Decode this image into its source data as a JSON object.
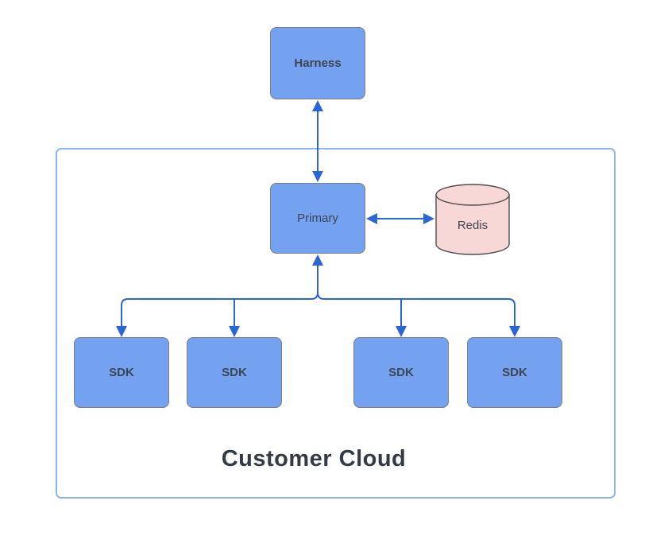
{
  "diagram": {
    "nodes": {
      "harness": {
        "label": "Harness",
        "shape": "rounded-rectangle"
      },
      "primary": {
        "label": "Primary",
        "shape": "rounded-rectangle"
      },
      "redis": {
        "label": "Redis",
        "shape": "cylinder"
      },
      "sdk1": {
        "label": "SDK",
        "shape": "rounded-rectangle"
      },
      "sdk2": {
        "label": "SDK",
        "shape": "rounded-rectangle"
      },
      "sdk3": {
        "label": "SDK",
        "shape": "rounded-rectangle"
      },
      "sdk4": {
        "label": "SDK",
        "shape": "rounded-rectangle"
      }
    },
    "container": {
      "label": "Customer Cloud"
    },
    "edges": [
      {
        "name": "harness-primary",
        "from": "Harness",
        "to": "Primary",
        "style": "bidirectional-arrow"
      },
      {
        "name": "primary-redis",
        "from": "Primary",
        "to": "Redis",
        "style": "bidirectional-arrow"
      },
      {
        "name": "primary-sdk-fanout",
        "from": "SDK x4",
        "to": "Primary",
        "style": "up-arrow into Primary, down-arrows into each SDK"
      }
    ],
    "colors": {
      "node_fill": "#74A2F0",
      "node_border": "#7D7D7D",
      "arrow_blue": "#2B66D9",
      "container_border": "#8DB2F6",
      "redis_fill": "#F8D7D7",
      "redis_border": "#4F4F4F",
      "label_text": "#3E4552",
      "container_label_text": "#333B46",
      "background": "#FFFFFF"
    }
  }
}
